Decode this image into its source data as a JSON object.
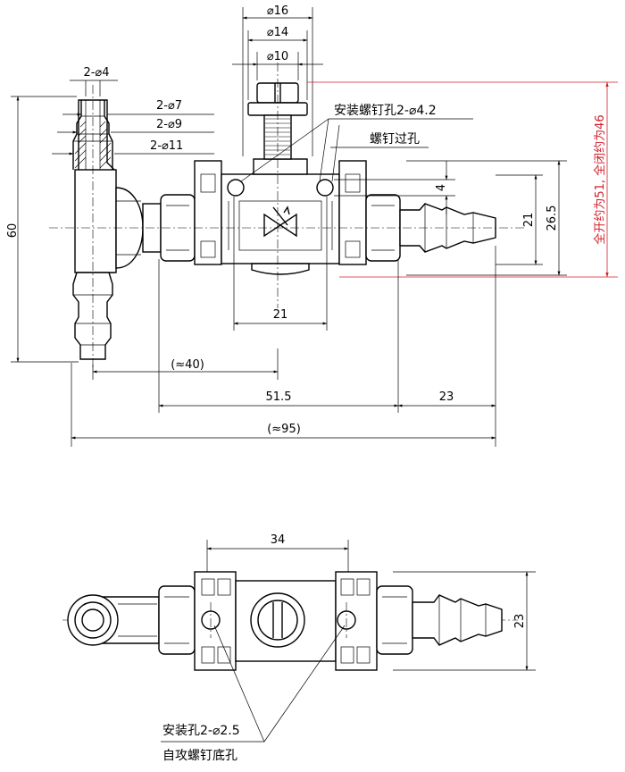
{
  "top_view": {
    "dims": {
      "d16": "⌀16",
      "d14": "⌀14",
      "d10": "⌀10",
      "d4_2": "2-⌀4",
      "d7_2": "2-⌀7",
      "d9_2": "2-⌀9",
      "d11_2": "2-⌀11",
      "height_60": "60",
      "gap_4": "4",
      "height_21": "21",
      "height_26_5": "26.5",
      "width_21": "21",
      "approx_40": "(≈40)",
      "len_51_5": "51.5",
      "len_23": "23",
      "approx_95": "(≈95)"
    },
    "labels": {
      "mount_screw_hole": "安装螺钉孔2-⌀4.2",
      "screw_through_hole": "螺钉过孔",
      "travel_note": "全开约为51, 全闭约为46"
    }
  },
  "bottom_view": {
    "dims": {
      "width_34": "34",
      "height_23": "23"
    },
    "labels": {
      "mount_hole": "安装孔2-⌀2.5",
      "tapping_hole": "自攻螺钉底孔"
    }
  }
}
